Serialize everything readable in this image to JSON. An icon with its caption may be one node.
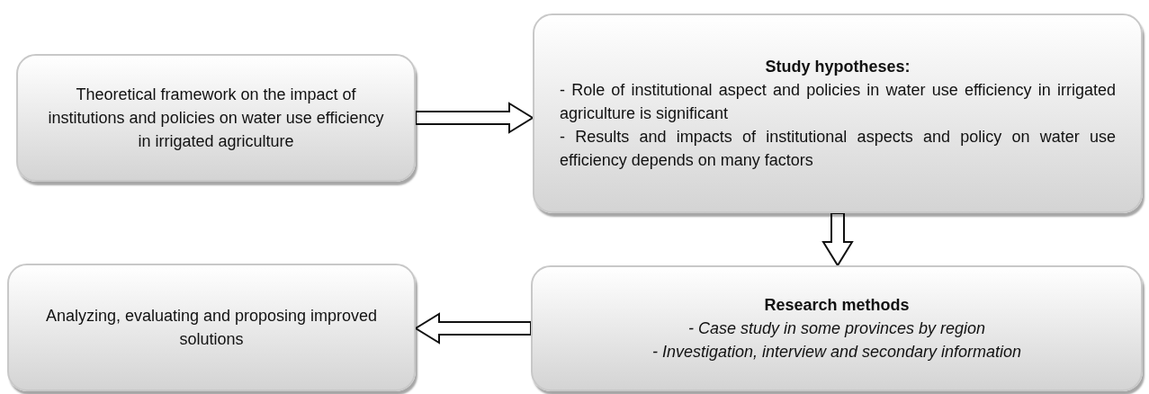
{
  "diagram": {
    "nodes": [
      {
        "text": [
          "Theoretical framework on the impact of institutions and policies on water use efficiency in irrigated agriculture"
        ]
      },
      {
        "text": [
          "Study hypotheses:",
          "- Role of institutional aspect and policies in water use efficiency in irrigated agriculture is significant",
          "- Results and impacts of institutional aspects and policy on water use efficiency depends on many factors"
        ]
      },
      {
        "text": [
          "Research methods",
          "- Case study in some provinces by region",
          "- Investigation, interview and secondary information"
        ]
      },
      {
        "text": [
          "Analyzing, evaluating and proposing improved solutions"
        ]
      }
    ],
    "edges": [
      {
        "from": 0,
        "to": 1,
        "arrow": "to"
      },
      {
        "from": 1,
        "to": 2,
        "arrow": "to"
      },
      {
        "from": 2,
        "to": 3,
        "arrow": "to"
      }
    ]
  }
}
